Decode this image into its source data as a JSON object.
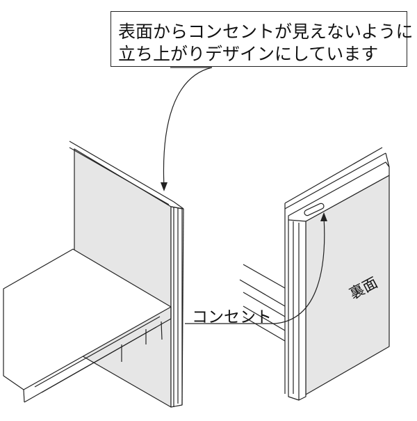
{
  "callout": {
    "line1": "表面からコンセントが見えないように",
    "line2": "立ち上がりデザインにしています"
  },
  "labels": {
    "outlet": "コンセント",
    "back_side": "裏面"
  },
  "colors": {
    "line": "#222222",
    "panel_fill": "#e6e6e6",
    "background": "#ffffff"
  }
}
